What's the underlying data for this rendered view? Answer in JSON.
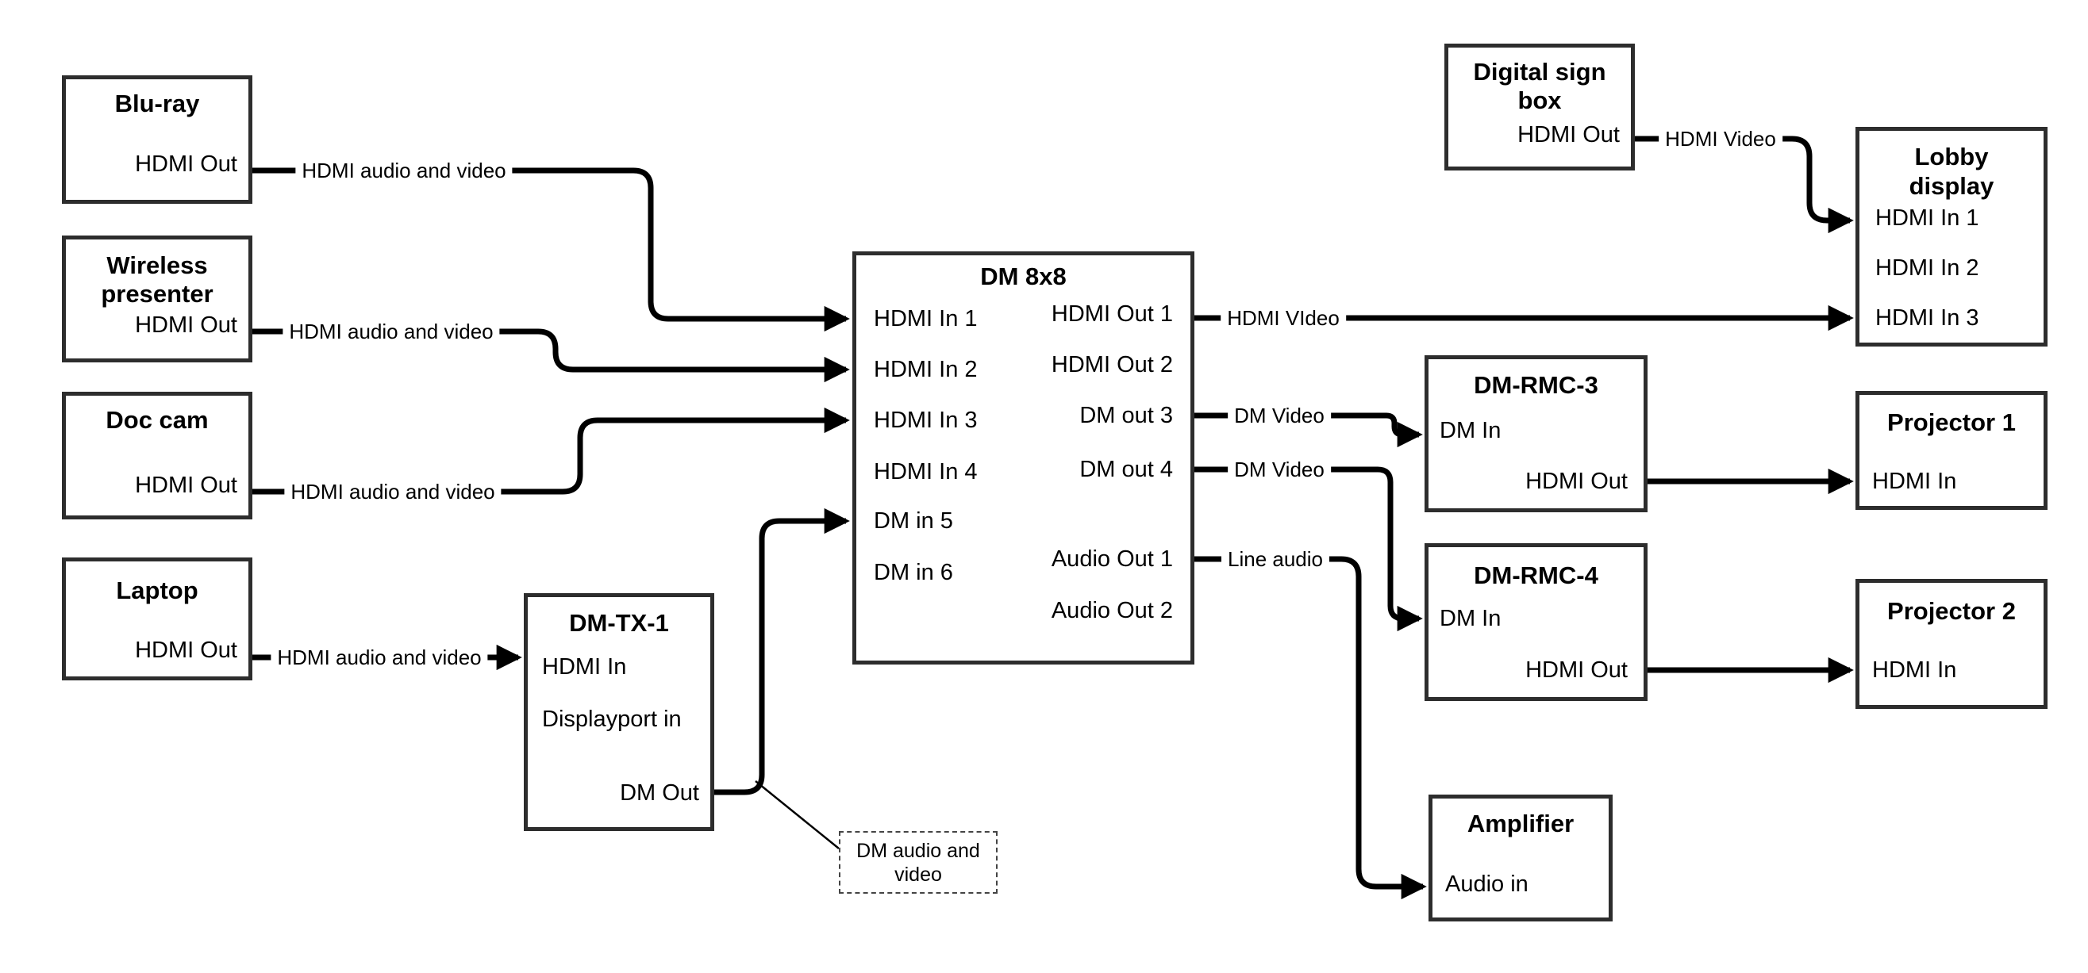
{
  "colors": {
    "background": "#ffffff",
    "box_border": "#2d2d2d",
    "wire": "#000000",
    "text": "#000000"
  },
  "nodes": {
    "blu_ray": {
      "title": "Blu-ray",
      "port_hdmi_out": "HDMI Out"
    },
    "wireless_presenter": {
      "title_line1": "Wireless",
      "title_line2": "presenter",
      "port_hdmi_out": "HDMI Out"
    },
    "doc_cam": {
      "title": "Doc cam",
      "port_hdmi_out": "HDMI Out"
    },
    "laptop": {
      "title": "Laptop",
      "port_hdmi_out": "HDMI Out"
    },
    "dm_tx_1": {
      "title": "DM-TX-1",
      "port_hdmi_in": "HDMI In",
      "port_displayport_in": "Displayport in",
      "port_dm_out": "DM Out"
    },
    "dm_8x8": {
      "title": "DM 8x8",
      "inputs": [
        "HDMI In 1",
        "HDMI In 2",
        "HDMI In 3",
        "HDMI In 4",
        "DM in 5",
        "DM in 6"
      ],
      "outputs": [
        "HDMI Out 1",
        "HDMI Out 2",
        "DM out 3",
        "DM out 4",
        "Audio Out 1",
        "Audio Out 2"
      ]
    },
    "digital_sign_box": {
      "title_line1": "Digital sign",
      "title_line2": "box",
      "port_hdmi_out": "HDMI Out"
    },
    "lobby_display": {
      "title_line1": "Lobby",
      "title_line2": "display",
      "ports": [
        "HDMI In 1",
        "HDMI In 2",
        "HDMI In 3"
      ]
    },
    "dm_rmc_3": {
      "title": "DM-RMC-3",
      "port_dm_in": "DM In",
      "port_hdmi_out": "HDMI Out"
    },
    "projector_1": {
      "title": "Projector 1",
      "port_hdmi_in": "HDMI In"
    },
    "dm_rmc_4": {
      "title": "DM-RMC-4",
      "port_dm_in": "DM In",
      "port_hdmi_out": "HDMI Out"
    },
    "projector_2": {
      "title": "Projector 2",
      "port_hdmi_in": "HDMI In"
    },
    "amplifier": {
      "title": "Amplifier",
      "port_audio_in": "Audio in"
    }
  },
  "wire_labels": {
    "blu_ray_to_dm8x8": "HDMI audio and video",
    "wireless_to_dm8x8": "HDMI audio and video",
    "doc_cam_to_dm8x8": "HDMI audio and video",
    "laptop_to_dmtx1": "HDMI audio and video",
    "hdmi_out_1": "HDMI VIdeo",
    "dm_out_3": "DM Video",
    "dm_out_4": "DM Video",
    "audio_out_1": "Line audio",
    "digital_sign": "HDMI Video"
  },
  "note": {
    "line1": "DM audio and",
    "line2": "video"
  }
}
